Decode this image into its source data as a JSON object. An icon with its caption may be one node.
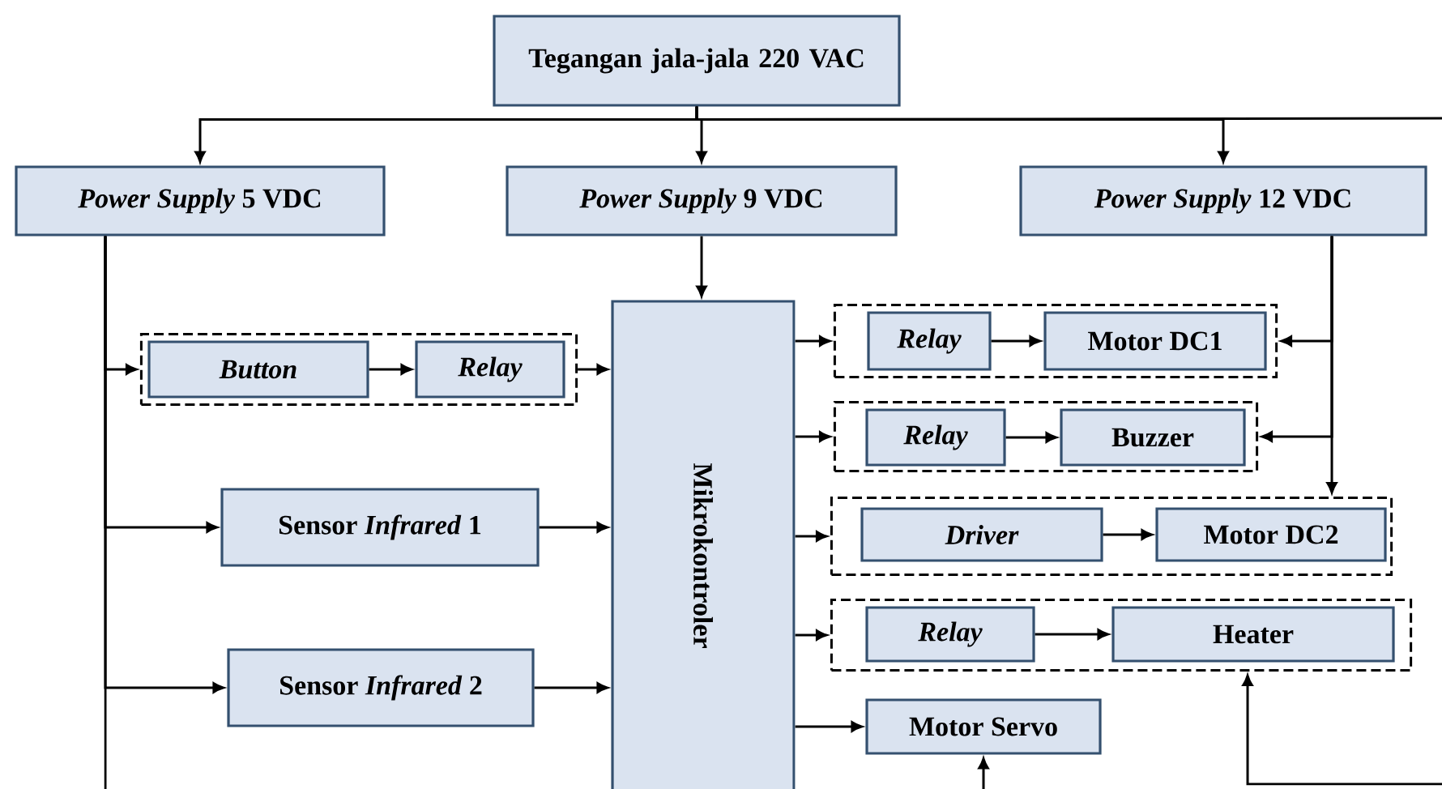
{
  "diagram": {
    "nodes": [
      {
        "text": [
          "Tegangan jala-jala 220 VAC"
        ]
      },
      {
        "text": [
          "*Power Supply* 5 VDC"
        ]
      },
      {
        "text": [
          "*Power Supply* 9 VDC"
        ]
      },
      {
        "text": [
          "*Power Supply* 12 VDC"
        ]
      },
      {
        "text": [
          "Mikrokontroler"
        ]
      },
      {
        "text": [],
        "shape": "box"
      },
      {
        "text": [
          "Button"
        ],
        "in": 5
      },
      {
        "text": [
          "Relay"
        ],
        "in": 5
      },
      {
        "text": [
          "Sensor *Infrared* 1"
        ]
      },
      {
        "text": [
          "Sensor *Infrared* 2"
        ]
      },
      {
        "text": [],
        "shape": "box"
      },
      {
        "text": [
          "Relay"
        ],
        "in": 10
      },
      {
        "text": [
          "Motor DC1"
        ],
        "in": 10
      },
      {
        "text": [],
        "shape": "box"
      },
      {
        "text": [
          "Relay"
        ],
        "in": 13
      },
      {
        "text": [
          "Buzzer"
        ],
        "in": 13
      },
      {
        "text": [],
        "shape": "box"
      },
      {
        "text": [
          "Driver"
        ],
        "in": 16
      },
      {
        "text": [
          "Motor DC2"
        ],
        "in": 16
      },
      {
        "text": [],
        "shape": "box"
      },
      {
        "text": [
          "Relay"
        ],
        "in": 19
      },
      {
        "text": [
          "Heater"
        ],
        "in": 19
      },
      {
        "text": [
          "Motor Servo"
        ]
      }
    ],
    "edges": [
      {
        "from": 0,
        "to": 1,
        "arrow": "to"
      },
      {
        "from": 0,
        "to": 2,
        "arrow": "to"
      },
      {
        "from": 0,
        "to": 3,
        "arrow": "to"
      },
      {
        "from": 0,
        "to": null,
        "arrow": "none"
      },
      {
        "from": 2,
        "to": 4,
        "arrow": "to"
      },
      {
        "from": 1,
        "to": 5,
        "arrow": "to"
      },
      {
        "from": 1,
        "to": 8,
        "arrow": "to"
      },
      {
        "from": 1,
        "to": 9,
        "arrow": "to"
      },
      {
        "from": 1,
        "to": null,
        "arrow": "none"
      },
      {
        "from": 6,
        "to": 7,
        "arrow": "to"
      },
      {
        "from": 5,
        "to": 4,
        "arrow": "to"
      },
      {
        "from": 8,
        "to": 4,
        "arrow": "to"
      },
      {
        "from": 9,
        "to": 4,
        "arrow": "to"
      },
      {
        "from": 4,
        "to": 10,
        "arrow": "to"
      },
      {
        "from": 4,
        "to": 13,
        "arrow": "to"
      },
      {
        "from": 4,
        "to": 16,
        "arrow": "to"
      },
      {
        "from": 4,
        "to": 19,
        "arrow": "to"
      },
      {
        "from": 4,
        "to": 22,
        "arrow": "to"
      },
      {
        "from": 11,
        "to": 12,
        "arrow": "to"
      },
      {
        "from": 14,
        "to": 15,
        "arrow": "to"
      },
      {
        "from": 17,
        "to": 18,
        "arrow": "to"
      },
      {
        "from": 20,
        "to": 21,
        "arrow": "to"
      },
      {
        "from": 3,
        "to": 10,
        "arrow": "to"
      },
      {
        "from": 3,
        "to": 13,
        "arrow": "to"
      },
      {
        "from": 3,
        "to": 16,
        "arrow": "to"
      },
      {
        "from": null,
        "to": 19,
        "arrow": "to"
      },
      {
        "from": null,
        "to": 22,
        "arrow": "to"
      }
    ]
  }
}
